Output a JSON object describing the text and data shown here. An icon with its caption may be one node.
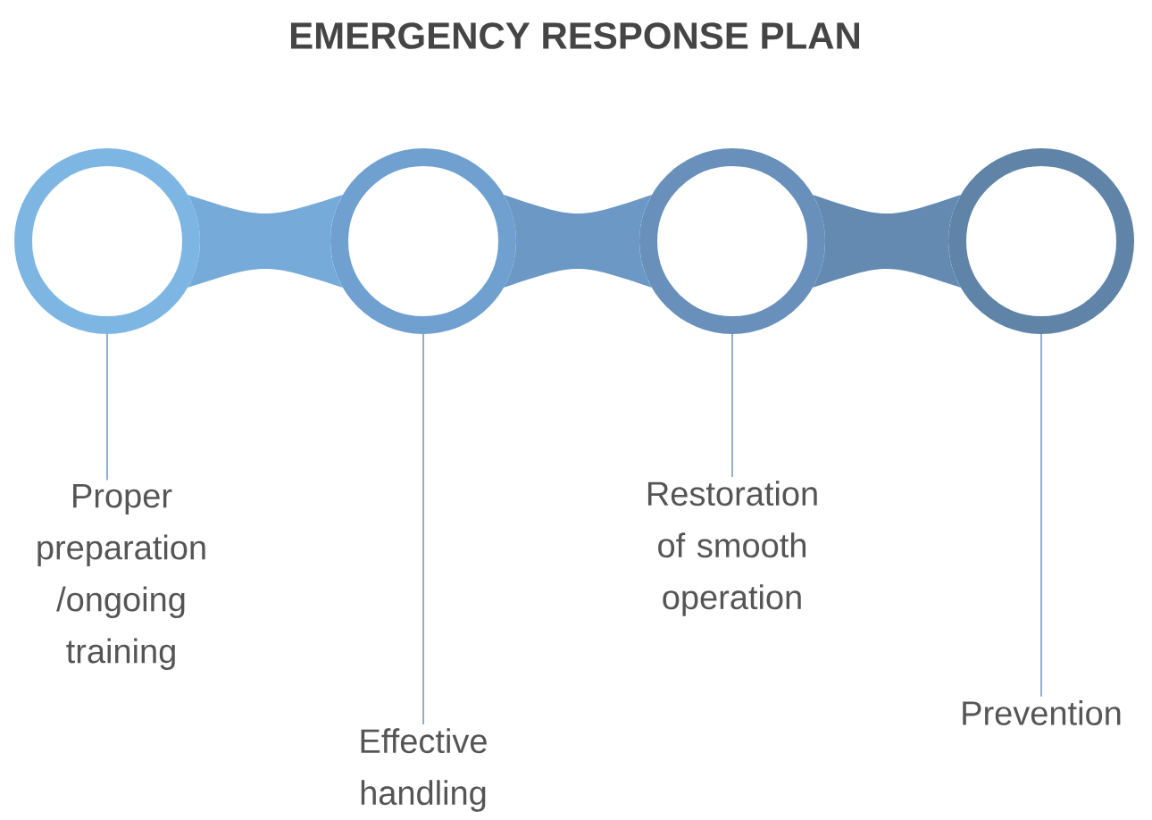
{
  "diagram": {
    "title": "EMERGENCY RESPONSE PLAN",
    "nodes": [
      {
        "text": [],
        "shape": "circle"
      },
      {
        "text": [],
        "shape": "circle"
      },
      {
        "text": [],
        "shape": "circle"
      },
      {
        "text": [],
        "shape": "circle"
      },
      {
        "text": [
          "Proper preparation /ongoing training"
        ]
      },
      {
        "text": [
          "Effective handling"
        ]
      },
      {
        "text": [
          "Restoration of smooth operation"
        ]
      },
      {
        "text": [
          "Prevention"
        ]
      }
    ],
    "edges": [
      {
        "from": 0,
        "to": 1,
        "arrow": "none"
      },
      {
        "from": 1,
        "to": 2,
        "arrow": "none"
      },
      {
        "from": 2,
        "to": 3,
        "arrow": "none"
      },
      {
        "from": 4,
        "to": 0,
        "arrow": "none"
      },
      {
        "from": 5,
        "to": 1,
        "arrow": "none"
      },
      {
        "from": 6,
        "to": 2,
        "arrow": "none"
      },
      {
        "from": 7,
        "to": 3,
        "arrow": "none"
      }
    ]
  }
}
